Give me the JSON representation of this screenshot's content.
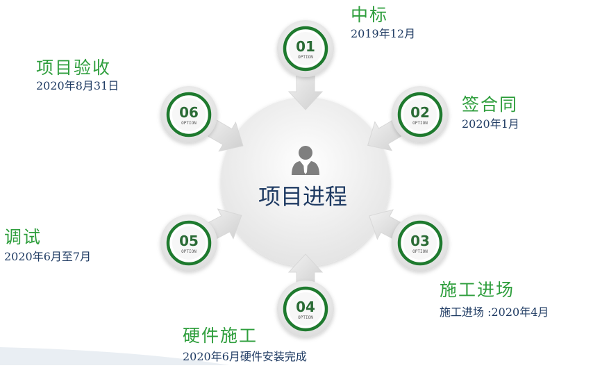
{
  "center": {
    "title": "项目进程"
  },
  "nodes": [
    {
      "num": "01",
      "option": "OPTION",
      "title": "中标",
      "date": "2019年12月"
    },
    {
      "num": "02",
      "option": "OPTION",
      "title": "签合同",
      "date": "2020年1月"
    },
    {
      "num": "03",
      "option": "OPTION",
      "title": "施工进场",
      "date": "施工进场 :2020年4月"
    },
    {
      "num": "04",
      "option": "OPTION",
      "title": "硬件施工",
      "date": "2020年6月硬件安装完成"
    },
    {
      "num": "05",
      "option": "OPTION",
      "title": "调试",
      "date": "2020年6月至7月"
    },
    {
      "num": "06",
      "option": "OPTION",
      "title": "项目验收",
      "date": "2020年8月31日"
    }
  ],
  "colors": {
    "accent": "#2e9e3c",
    "ring": "#1e7a2e",
    "text_dark": "#1f3b63"
  },
  "icons": {
    "center": "person-icon"
  }
}
